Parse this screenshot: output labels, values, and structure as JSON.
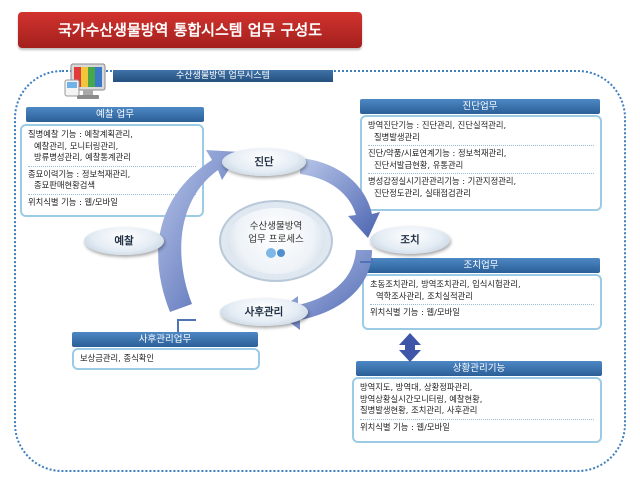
{
  "page_title": "국가수산생물방역 통합시스템 업무 구성도",
  "system_label": "수산생물방역 업무시스템",
  "center": {
    "line1": "수산생물방역",
    "line2": "업무 프로세스"
  },
  "process": {
    "diagnosis": "진단",
    "prediction": "예찰",
    "measure": "조치",
    "aftercare": "사후관리"
  },
  "sections": {
    "prediction": {
      "header": "예찰 업무",
      "items": [
        "질병예찰 기능 : 예찰계획관리,",
        "예찰관리, 모니터링관리,",
        "방류병성관리, 예찰통계관리",
        "종묘이력기능 : 정보척재관리,",
        "종묘판매현황검색",
        "위치식별 기능 : 웹/모바일"
      ]
    },
    "diagnosis": {
      "header": "진단업무",
      "items": [
        "방역진단기능 : 진단관리, 진단실적관리,",
        "질병발생관리",
        "진단/약품/시료연계기능 : 정보척재관리,",
        "진단서발급현황, 유통관리",
        "병성감정실시기관관리기능 : 기관지정관리,",
        "진단정도관리, 실태점검관리"
      ]
    },
    "measure": {
      "header": "조치업무",
      "items": [
        "초동조치관리, 방역조치관리, 입식시험관리,",
        "역학조사관리, 조치실적관리",
        "위치식별 기능 : 웹/모바일"
      ]
    },
    "aftercare": {
      "header": "사후관리업무",
      "items": [
        "보상금관리, 종식확인"
      ]
    },
    "situation": {
      "header": "상황관리기능",
      "items": [
        "방역지도, 방역대, 상황정파관리,",
        "방역상황실시간모니터링, 예찰현황,",
        "질병발생현황, 조치관리, 사후관리",
        "위치식별 기능 : 웹/모바일"
      ]
    }
  },
  "colors": {
    "title_red": "#c0282a",
    "header_blue": "#2f65a0",
    "box_border": "#9ccbe5",
    "arrow_blue": "#4f74b5"
  }
}
